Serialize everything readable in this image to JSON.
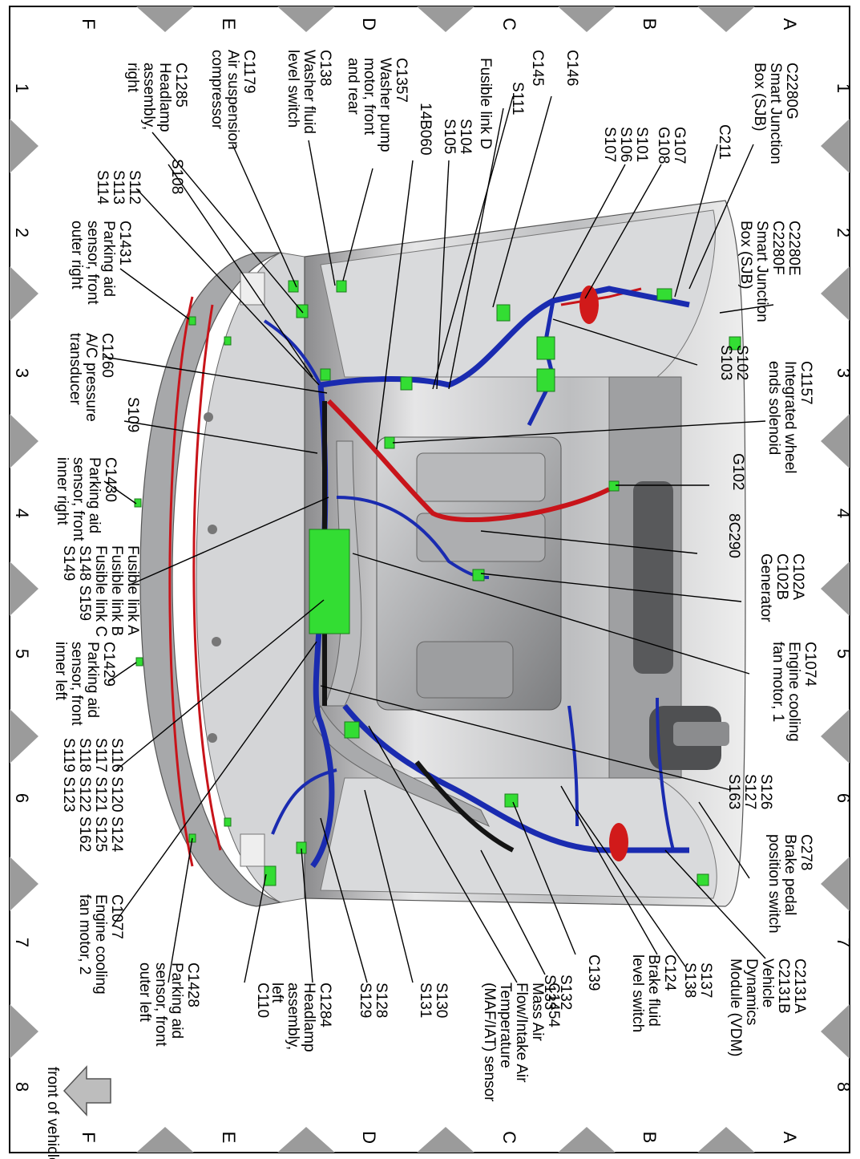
{
  "grid": {
    "rows": [
      "A",
      "B",
      "C",
      "D",
      "E",
      "F"
    ],
    "cols": [
      "1",
      "2",
      "3",
      "4",
      "5",
      "6",
      "7",
      "8"
    ]
  },
  "callouts": [
    {
      "id": "c2280g",
      "lines": [
        "C2280G",
        "Smart Junction",
        "Box (SJB)"
      ]
    },
    {
      "id": "c211",
      "lines": [
        "C211"
      ]
    },
    {
      "id": "s101",
      "lines": [
        "S101",
        "S106",
        "S107"
      ]
    },
    {
      "id": "g107",
      "lines": [
        "G107",
        "G108"
      ]
    },
    {
      "id": "c146",
      "lines": [
        "C146"
      ]
    },
    {
      "id": "c145",
      "lines": [
        "C145"
      ]
    },
    {
      "id": "s111",
      "lines": [
        "S111"
      ]
    },
    {
      "id": "fusible-d",
      "lines": [
        "Fusible link D"
      ]
    },
    {
      "id": "s104",
      "lines": [
        "S104",
        "S105"
      ]
    },
    {
      "id": "c1357",
      "lines": [
        "C1357",
        "Washer pump",
        "motor, front",
        "and rear"
      ]
    },
    {
      "id": "14b060",
      "lines": [
        "14B060"
      ]
    },
    {
      "id": "c138",
      "lines": [
        "C138",
        "Washer fluid",
        "level switch"
      ]
    },
    {
      "id": "c1179",
      "lines": [
        "C1179",
        "Air suspension",
        "compressor"
      ]
    },
    {
      "id": "s108",
      "lines": [
        "S108"
      ]
    },
    {
      "id": "c1285",
      "lines": [
        "C1285",
        "Headlamp",
        "assembly,",
        "right"
      ]
    },
    {
      "id": "s112",
      "lines": [
        "S112",
        "S113",
        "S114"
      ]
    },
    {
      "id": "c2280e",
      "lines": [
        "C2280E",
        "C2280F",
        "Smart Junction",
        "Box (SJB)"
      ]
    },
    {
      "id": "s102",
      "lines": [
        "S102",
        "S103"
      ]
    },
    {
      "id": "c1157",
      "lines": [
        "C1157",
        "Integrated wheel",
        "ends solenoid"
      ]
    },
    {
      "id": "g102",
      "lines": [
        "G102"
      ]
    },
    {
      "id": "8c290",
      "lines": [
        "8C290"
      ]
    },
    {
      "id": "c102a",
      "lines": [
        "C102A",
        "C102B",
        "Generator"
      ]
    },
    {
      "id": "c1074",
      "lines": [
        "C1074",
        "Engine cooling",
        "fan motor, 1"
      ]
    },
    {
      "id": "c1431",
      "lines": [
        "C1431",
        "Parking aid",
        "sensor, front",
        "outer right"
      ]
    },
    {
      "id": "c1260",
      "lines": [
        "C1260",
        "A/C pressure",
        "transducer"
      ]
    },
    {
      "id": "s109",
      "lines": [
        "S109"
      ]
    },
    {
      "id": "c1430",
      "lines": [
        "C1430",
        "Parking aid",
        "sensor, front",
        "inner right"
      ]
    },
    {
      "id": "fusible-a",
      "lines": [
        "Fusible link A",
        "Fusible link B",
        "Fusible link C",
        "S148  S159",
        "S149"
      ]
    },
    {
      "id": "c1429",
      "lines": [
        "C1429",
        "Parking aid",
        "sensor, front",
        "inner left"
      ]
    },
    {
      "id": "s116",
      "lines": [
        "S116  S120  S124",
        "S117  S121  S125",
        "S118  S122  S162",
        "S119  S123"
      ]
    },
    {
      "id": "s126",
      "lines": [
        "S126",
        "S127",
        "S163"
      ]
    },
    {
      "id": "c278",
      "lines": [
        "C278",
        "Brake pedal",
        "position switch"
      ]
    },
    {
      "id": "c1077",
      "lines": [
        "C1077",
        "Engine cooling",
        "fan motor, 2"
      ]
    },
    {
      "id": "c1428",
      "lines": [
        "C1428",
        "Parking aid",
        "sensor, front",
        "outer left"
      ]
    },
    {
      "id": "c110",
      "lines": [
        "C110"
      ]
    },
    {
      "id": "c1284",
      "lines": [
        "C1284",
        "Headlamp",
        "assembly,",
        "left"
      ]
    },
    {
      "id": "s128",
      "lines": [
        "S128",
        "S129"
      ]
    },
    {
      "id": "s130",
      "lines": [
        "S130",
        "S131"
      ]
    },
    {
      "id": "c1454",
      "lines": [
        "C1454",
        "Mass Air",
        "Flow/Intake Air",
        "Temperature",
        "(MAF/IAT) sensor"
      ]
    },
    {
      "id": "s132",
      "lines": [
        "S132",
        "S133"
      ]
    },
    {
      "id": "c139",
      "lines": [
        "C139"
      ]
    },
    {
      "id": "c124",
      "lines": [
        "C124",
        "Brake fluid",
        "level switch"
      ]
    },
    {
      "id": "s137",
      "lines": [
        "S137",
        "S138"
      ]
    },
    {
      "id": "c2131a",
      "lines": [
        "C2131A",
        "C2131B",
        "Vehicle",
        "Dynamics",
        "Module (VDM)"
      ]
    }
  ],
  "front_arrow_label": "front of vehicle",
  "colors": {
    "harness_blue": "#1a2bb0",
    "harness_red": "#c8141a",
    "connector_green": "#33dd33",
    "body_gray": "#c9cacc",
    "frame_gray": "#9a9a9a"
  }
}
